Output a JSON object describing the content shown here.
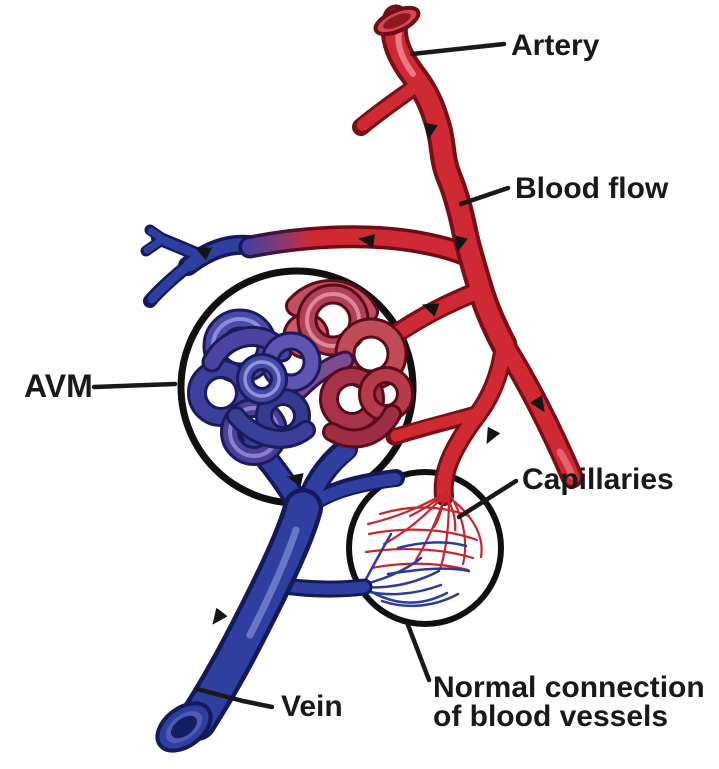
{
  "diagram": {
    "labels": {
      "artery": "Artery",
      "blood_flow": "Blood flow",
      "avm": "AVM",
      "capillaries": "Capillaries",
      "vein": "Vein",
      "normal_connection_line1": "Normal connection",
      "normal_connection_line2": "of blood vessels"
    },
    "colors": {
      "background": "#ffffff",
      "artery_red": "#cf2a33",
      "artery_dark": "#7a0e16",
      "vein_blue": "#2f3f9f",
      "vein_dark": "#14195c",
      "capillary_red": "#c52730",
      "capillary_blue": "#2c3b9a",
      "outline_black": "#101010",
      "label_black": "#191919"
    }
  }
}
